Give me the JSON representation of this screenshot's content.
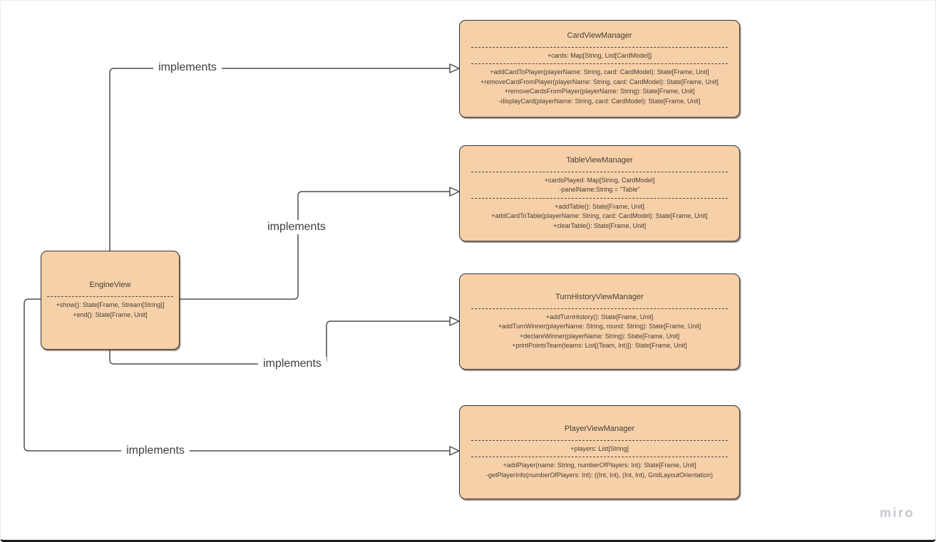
{
  "diagram": {
    "classes": {
      "engine_view": {
        "title": "EngineView",
        "methods": [
          "+show(): State[Frame, Stream[String]]",
          "+end(): State[Frame, Unit]"
        ]
      },
      "card_view_manager": {
        "title": "CardViewManager",
        "attributes": [
          "+cards: Map[String, List[CardModel]]"
        ],
        "methods": [
          "+addCardToPlayer(playerName: String, card: CardModel): State[Frame, Unit]",
          "+removeCardFromPlayer(playerName: String, card: CardModel): State[Frame, Unit]",
          "+removeCardsFromPlayer(playerName: String): State[Frame, Unit]",
          "-displayCard(playerName: String, card: CardModel): State[Frame, Unit]"
        ]
      },
      "table_view_manager": {
        "title": "TableViewManager",
        "attributes": [
          "+cardsPlayed: Map[String, CardModel]",
          "-panelName:String = \"Table\""
        ],
        "methods": [
          "+addTable(): State[Frame, Unit]",
          "+addCardToTable(playerName: String, card: CardModel): State[Frame, Unit]",
          "+clearTable(): State[Frame, Unit]"
        ]
      },
      "turn_history_view_manager": {
        "title": "TurnHistoryViewManager",
        "methods": [
          "+addTurnHistory(): State[Frame, Unit]",
          "+addTurnWinner(playerName: String, round: String): State[Frame, Unit]",
          "+declareWinner(playerName: String): State[Frame, Unit]",
          "+printPointsTeam(teams: List[(Team, Int)]): State[Frame, Unit]"
        ]
      },
      "player_view_manager": {
        "title": "PlayerViewManager",
        "attributes": [
          "+players: List[String]"
        ],
        "methods": [
          "+addPlayer(name: String, numberOfPlayers: Int): State[Frame, Unit]",
          "-getPlayerInfo(numberOfPlayers: Int): ((Int, Int), (Int, Int), GridLayoutOrientation)"
        ]
      }
    },
    "connectors": [
      {
        "label": "implements",
        "from": "EngineView",
        "to": "CardViewManager"
      },
      {
        "label": "implements",
        "from": "EngineView",
        "to": "TableViewManager"
      },
      {
        "label": "implements",
        "from": "EngineView",
        "to": "TurnHistoryViewManager"
      },
      {
        "label": "implements",
        "from": "EngineView",
        "to": "PlayerViewManager"
      }
    ],
    "watermark": "miro",
    "colors": {
      "box_fill": "#f6d0a9",
      "box_border": "#3a332e",
      "connector_line": "#4f4f4f",
      "box_text": "#483e35",
      "watermark_text": "#c7c6d2"
    }
  }
}
